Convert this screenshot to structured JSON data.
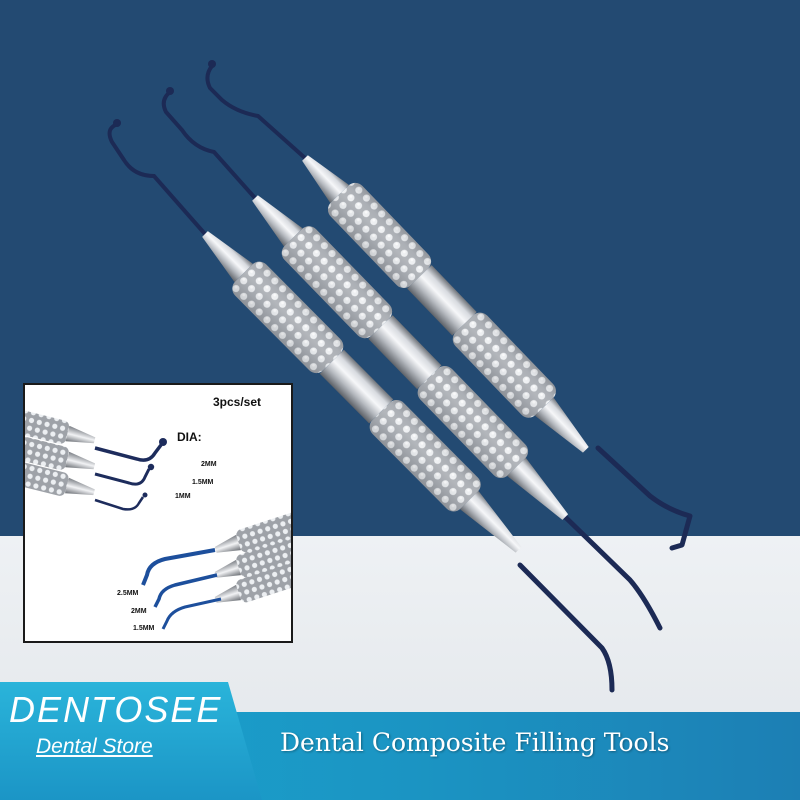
{
  "inset": {
    "set_label": "3pcs/set",
    "dia_label": "DIA:",
    "top_sizes": [
      "2MM",
      "1.5MM",
      "1MM"
    ],
    "bottom_sizes": [
      "2.5MM",
      "2MM",
      "1.5MM"
    ]
  },
  "brand": {
    "name": "DENTOSEE",
    "store": "Dental Store"
  },
  "product": {
    "title": "Dental Composite Filling Tools"
  },
  "colors": {
    "background_top": "#234a72",
    "background_bottom": "#e8ebee",
    "banner": "#1b9bcb",
    "tip_blue": "#1c2a55"
  }
}
